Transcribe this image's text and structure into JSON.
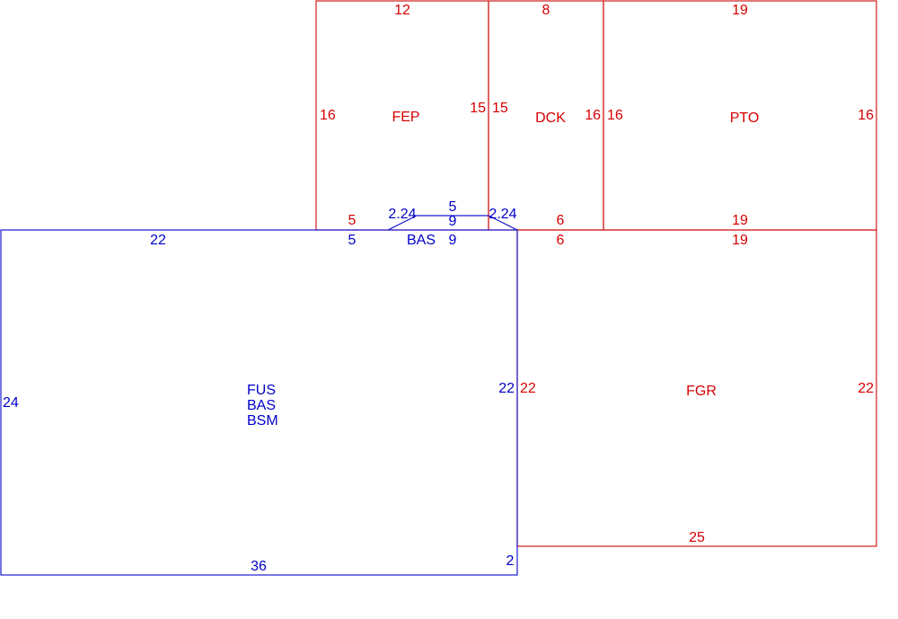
{
  "colors": {
    "red": "#d60000",
    "blue": "#0000c8",
    "background": "#ffffff"
  },
  "areas": {
    "fep": {
      "name": "FEP",
      "dims": {
        "top": "12",
        "left": "16",
        "right": "15",
        "bottom": "5"
      }
    },
    "dck": {
      "name": "DCK",
      "dims": {
        "top": "8",
        "left": "15",
        "right": "16",
        "bottom": "6"
      }
    },
    "pto": {
      "name": "PTO",
      "dims": {
        "top": "19",
        "left": "16",
        "right": "16",
        "bottom": "19"
      }
    },
    "fgr": {
      "name": "FGR",
      "dims": {
        "top_dck": "6",
        "top_pto": "19",
        "left": "22",
        "right": "22",
        "bottom": "25"
      }
    },
    "main": {
      "lines": [
        "FUS",
        "BAS",
        "BSM"
      ],
      "dims": {
        "top": "22",
        "top_notch": "5",
        "left": "24",
        "right": "22",
        "bottom": "36",
        "bottom_right": "2"
      }
    },
    "bas_bay": {
      "name": "BAS",
      "dims": {
        "diag_left": "2.24",
        "diag_right": "2.24",
        "top": "5",
        "side_upper": "9",
        "side_lower": "9"
      }
    }
  }
}
